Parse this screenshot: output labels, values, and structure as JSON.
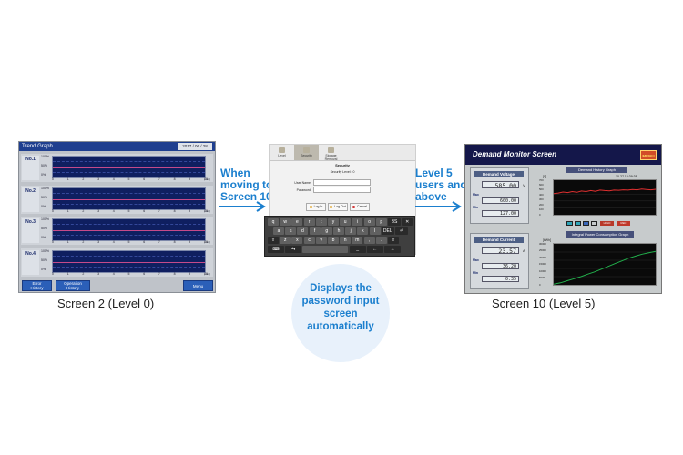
{
  "screen2": {
    "title": "Trend Graph",
    "date": "2017 / 06 / 28",
    "channels": [
      "No.1",
      "No.2",
      "No.3",
      "No.4"
    ],
    "y_ticks": [
      "100%",
      "50%",
      "0%"
    ],
    "x_ticks": [
      "0",
      "1",
      "2",
      "3",
      "4",
      "5",
      "6",
      "7",
      "8",
      "9",
      "10"
    ],
    "x_unit": "(min)",
    "buttons": {
      "error": "Error\nHistory",
      "operation": "Operation\nHistory",
      "menu": "Menu"
    },
    "caption": "Screen 2 (Level 0)"
  },
  "note1": "When\nmoving to\nScreen 10",
  "note2": "Level 5\nusers and\nabove",
  "password_screen": {
    "tabs": [
      "Level",
      "Security",
      "Storage\nRemoval"
    ],
    "title": "Security",
    "level_text": "Security Level : 0",
    "user_label": "User Name",
    "password_label": "Password",
    "buttons": {
      "login": "Log In",
      "logout": "Log Out",
      "cancel": "Cancel"
    },
    "keyboard_rows": [
      [
        "q",
        "w",
        "e",
        "r",
        "t",
        "y",
        "u",
        "i",
        "o",
        "p",
        "BS",
        "✕"
      ],
      [
        "a",
        "s",
        "d",
        "f",
        "g",
        "h",
        "j",
        "k",
        "l",
        "DEL",
        "⏎"
      ],
      [
        "⇧",
        "z",
        "x",
        "c",
        "v",
        "b",
        "n",
        "m",
        ",",
        ".",
        "⇧"
      ],
      [
        "⌨",
        "⇆",
        "",
        "_",
        "←",
        "→"
      ]
    ]
  },
  "circle_text": "Displays the\npassword input\nscreen\nautomatically",
  "screen10": {
    "title": "Demand Monitor Screen",
    "menu": "MENU",
    "voltage": {
      "head": "Demand Voltage",
      "value": "585.00",
      "max_label": "Max",
      "max": "600.00",
      "min_label": "Min",
      "min": "127.00",
      "unit": "V"
    },
    "current": {
      "head": "Demand Current",
      "value": "23.57",
      "max_label": "Max",
      "max": "36.20",
      "min_label": "Min",
      "min": "0.35",
      "unit": "A"
    },
    "history_head": "Demand History Graph",
    "history_unit": "[V]",
    "history_stamp": "10-27 15:39:38",
    "history_y": [
      "700",
      "600",
      "500",
      "400",
      "300",
      "200",
      "100",
      "0"
    ],
    "consumption_head": "Integral Power Consumption Graph",
    "consumption_unit": "[kWh]",
    "consumption_y": [
      "30000",
      "25000",
      "20000",
      "15000",
      "10000",
      "5000",
      "0"
    ],
    "legend_tags": [
      "HOLD",
      "REC"
    ],
    "caption": "Screen 10 (Level 5)",
    "colors": {
      "history_line": "#e03030",
      "consumption_line": "#22b14c"
    }
  },
  "chart_data": [
    {
      "type": "line",
      "title": "Demand History Graph",
      "ylabel": "[V]",
      "ylim": [
        0,
        700
      ],
      "series": [
        {
          "values": [
            430,
            440,
            460,
            450,
            470,
            455,
            480,
            470,
            490,
            475,
            500,
            490,
            485,
            500,
            495,
            505,
            500,
            510,
            505,
            520,
            510,
            505,
            515
          ]
        }
      ]
    },
    {
      "type": "line",
      "title": "Integral Power Consumption Graph",
      "ylabel": "[kWh]",
      "ylim": [
        0,
        30000
      ],
      "series": [
        {
          "values": [
            500,
            1500,
            3000,
            4500,
            6000,
            7800,
            9500,
            11500,
            13500,
            15500,
            17500,
            19500,
            21000,
            22500,
            23500,
            24500
          ]
        }
      ]
    }
  ]
}
